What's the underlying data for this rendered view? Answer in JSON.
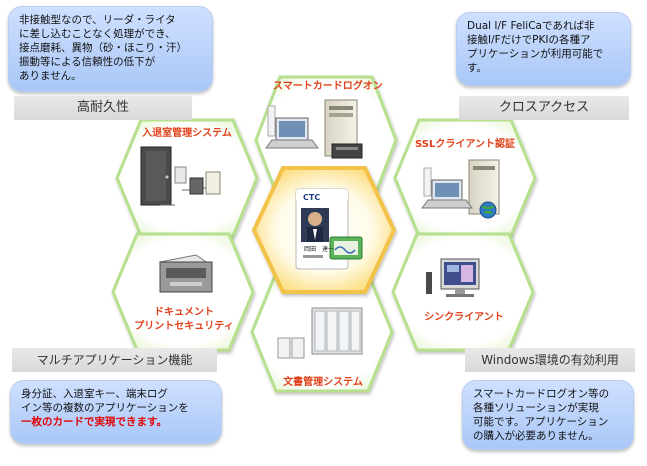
{
  "callouts": {
    "top_left": [
      "非接触型なので、リーダ・ライタ",
      "に差し込むことなく処理ができ、",
      "接点磨耗、異物（砂・ほこり・汗）",
      "振動等による信頼性の低下が",
      "ありません。"
    ],
    "top_right": [
      "Dual I/F FeliCaであれば非",
      "接触I/FだけでPKIの各種ア",
      "プリケーションが利用可能で",
      "す。"
    ],
    "bottom_left_line1": "身分証、入退室キー、端末ログ",
    "bottom_left_line2": "イン等の複数のアプリケーションを",
    "bottom_left_red": "一枚のカードで実現できます。",
    "bottom_right": [
      "スマートカードログオン等の",
      "各種ソリューションが実現",
      "可能です。アプリケーション",
      "の購入が必要ありません。"
    ]
  },
  "banners": {
    "top_left": "高耐久性",
    "top_right": "クロスアクセス",
    "bottom_left": "マルチアプリケーション機能",
    "bottom_right": "Windows環境の有効利用"
  },
  "hexes": {
    "top": "スマートカードログオン",
    "upper_left": "入退室管理システム",
    "upper_right": "SSLクライアント認証",
    "lower_left_1": "ドキュメント",
    "lower_left_2": "プリントセキュリティ",
    "lower_right": "シンクライアント",
    "bottom": "文書管理システム"
  },
  "card": {
    "logo": "CTC",
    "name": "岡田　達一"
  },
  "colors": {
    "hex_border": "#b6df8e",
    "center_hex": "#fbd85a",
    "label": "#e0401a",
    "callout": "#b4cff8"
  }
}
